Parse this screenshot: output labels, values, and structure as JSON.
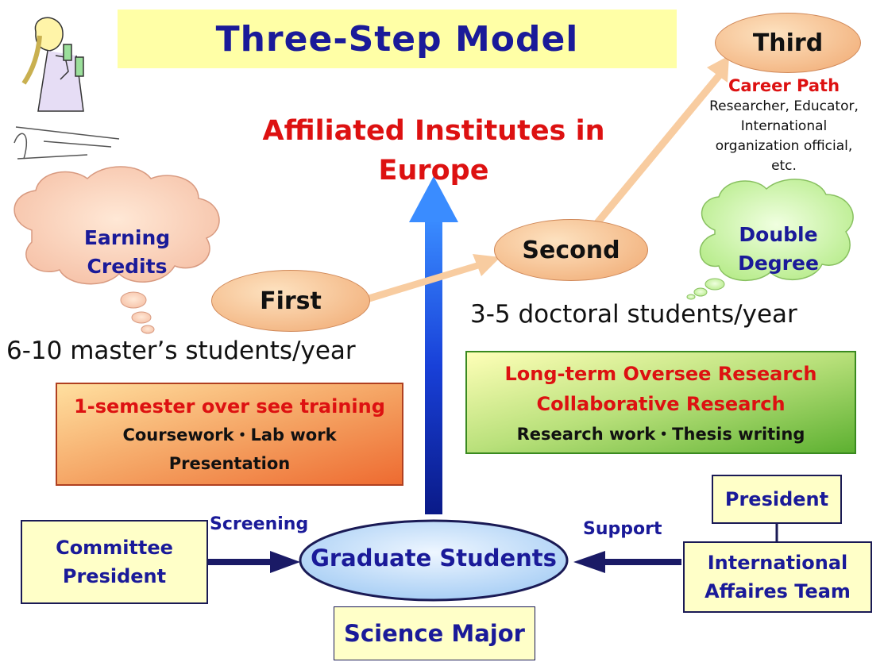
{
  "title": "Three-Step Model",
  "top_label": "Affiliated Institutes in Europe",
  "steps": {
    "first": "First",
    "second": "Second",
    "third": "Third"
  },
  "clouds": {
    "left": [
      "Earning",
      "Credits"
    ],
    "right": [
      "Double",
      "Degree"
    ]
  },
  "career": {
    "heading": "Career Path",
    "lines": [
      "Researcher, Educator,",
      "International",
      "organization official,",
      "etc."
    ]
  },
  "counts": {
    "masters": "6-10 master’s students/year",
    "doctoral": "3-5 doctoral students/year"
  },
  "orange_box": {
    "heading": "1-semester over see training",
    "lines": [
      "Coursework・Lab work",
      "Presentation"
    ]
  },
  "green_box": {
    "headings": [
      "Long-term Oversee Research",
      "Collaborative Research"
    ],
    "line": "Research work・Thesis writing"
  },
  "committee": [
    "Committee",
    "President"
  ],
  "screening": "Screening",
  "graduate": "Graduate Students",
  "support": "Support",
  "president": "President",
  "intl_team": [
    "International",
    "Affaires Team"
  ],
  "science_major": "Science Major",
  "colors": {
    "title_bg": "#ffffa6",
    "navy": "#1a1a99",
    "red": "#dd1111",
    "orange_step": "#f5b07a",
    "arrow_blue": "#2266ee"
  }
}
